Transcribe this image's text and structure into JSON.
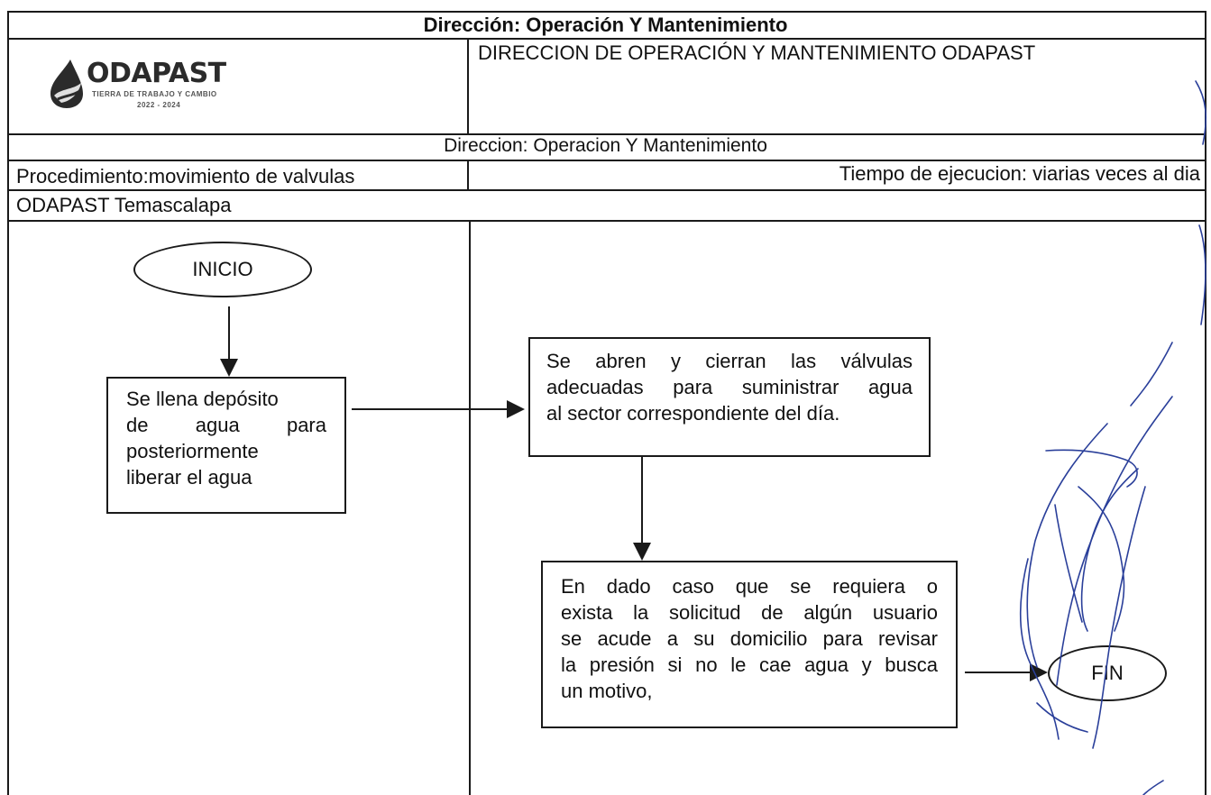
{
  "header": {
    "top_title": "Dirección: Operación Y Mantenimiento",
    "org_title": "DIRECCION DE OPERACIÓN Y MANTENIMIENTO ODAPAST",
    "sub_title": "Direccion: Operacion Y Mantenimiento",
    "procedure": "Procedimiento:movimiento de valvulas",
    "execution_time": "Tiempo de ejecucion: viarias veces al dia",
    "location": "ODAPAST Temascalapa"
  },
  "logo": {
    "name": "ODAPAST",
    "tagline": "TIERRA DE TRABAJO Y CAMBIO",
    "years": "2022 - 2024",
    "icon": "water-drop-icon",
    "color": "#2b2b2b"
  },
  "flow": {
    "start": "INICIO",
    "step1": [
      "Se llena depósito",
      "de agua para",
      "posteriormente",
      "liberar el agua"
    ],
    "step2": [
      "Se abren y cierran las válvulas",
      "adecuadas para suministrar agua",
      "al sector correspondiente del día."
    ],
    "step3": [
      "En dado caso que se requiera o",
      "exista la solicitud de algún usuario",
      "se acude a su domicilio para revisar",
      "la presión si no le cae agua y busca",
      "un motivo,"
    ],
    "end": "FIN"
  },
  "signature_color": "#2a3f9a"
}
